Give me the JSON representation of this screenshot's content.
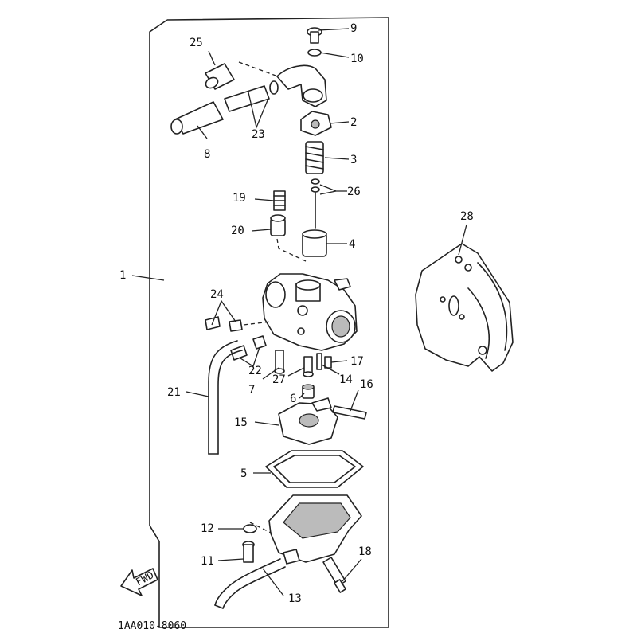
{
  "diagram": {
    "code": "1AA010-8060",
    "fwd_label": "FWD",
    "callouts": [
      "1",
      "2",
      "3",
      "4",
      "5",
      "6",
      "7",
      "8",
      "9",
      "10",
      "11",
      "12",
      "13",
      "14",
      "15",
      "16",
      "17",
      "18",
      "19",
      "20",
      "21",
      "22",
      "23",
      "24",
      "25",
      "26",
      "27",
      "28"
    ],
    "colors": {
      "line": "#222222",
      "background": "#ffffff"
    }
  }
}
